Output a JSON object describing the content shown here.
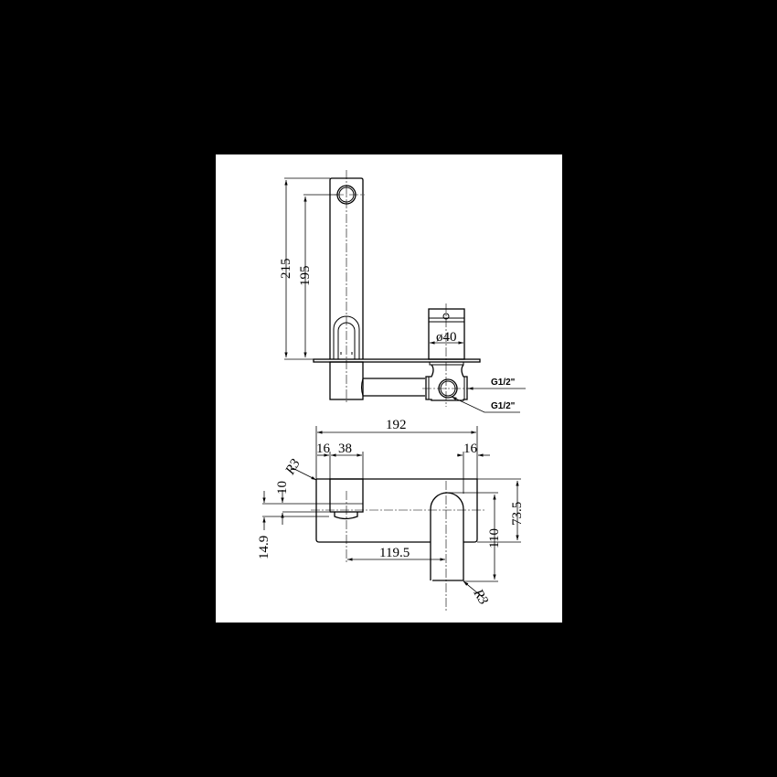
{
  "sheet": {
    "background": "#ffffff",
    "frame": "#000000"
  },
  "side_view": {
    "dimensions": {
      "overall_height": "215",
      "spout_height": "195",
      "valve_diameter": "ø40",
      "inlet_thread_1": "G1/2\"",
      "inlet_thread_2": "G1/2\""
    }
  },
  "top_view": {
    "dimensions": {
      "overall_width": "192",
      "plate_edge_offset": "16",
      "spout_width": "38",
      "right_edge_offset": "16",
      "corner_radius_1": "R3",
      "corner_radius_2": "R3",
      "spout_depth": "10",
      "spout_projection": "14.9",
      "center_distance": "119.5",
      "plate_height": "73.5",
      "handle_length": "110"
    }
  }
}
